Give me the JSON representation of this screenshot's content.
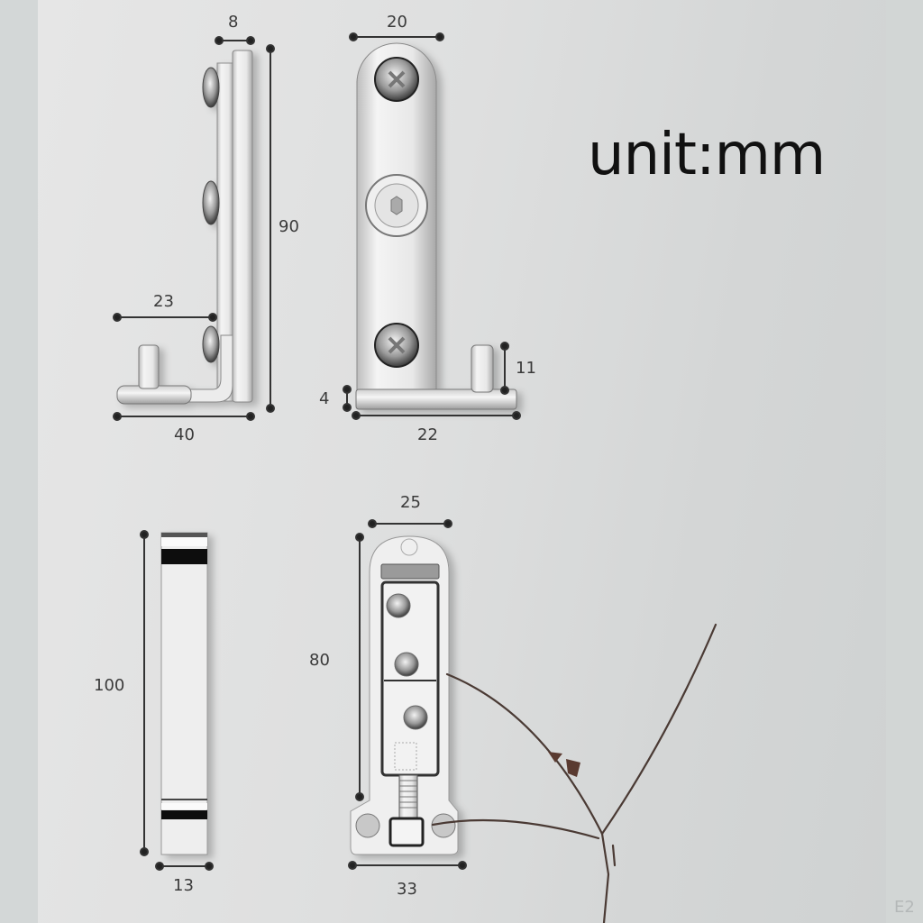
{
  "diagram": {
    "title": "unit:mm",
    "watermark": "E2",
    "colors": {
      "background": "#e2e2e2",
      "metal": "#efefef",
      "dimension_line": "#333333",
      "text": "#3a3a3a",
      "branch": "#4a3a34"
    },
    "views": [
      {
        "id": "side-view",
        "dimensions": {
          "top_width": "8",
          "height": "90",
          "pin_offset": "23",
          "base_length": "40"
        }
      },
      {
        "id": "front-view",
        "dimensions": {
          "top_width": "20",
          "pin_height": "11",
          "base_thickness": "4",
          "base_length": "22"
        }
      },
      {
        "id": "bar-side-view",
        "dimensions": {
          "height": "100",
          "width": "13"
        }
      },
      {
        "id": "receiver-view",
        "dimensions": {
          "top_width": "25",
          "height": "80",
          "base_width": "33"
        }
      }
    ]
  }
}
